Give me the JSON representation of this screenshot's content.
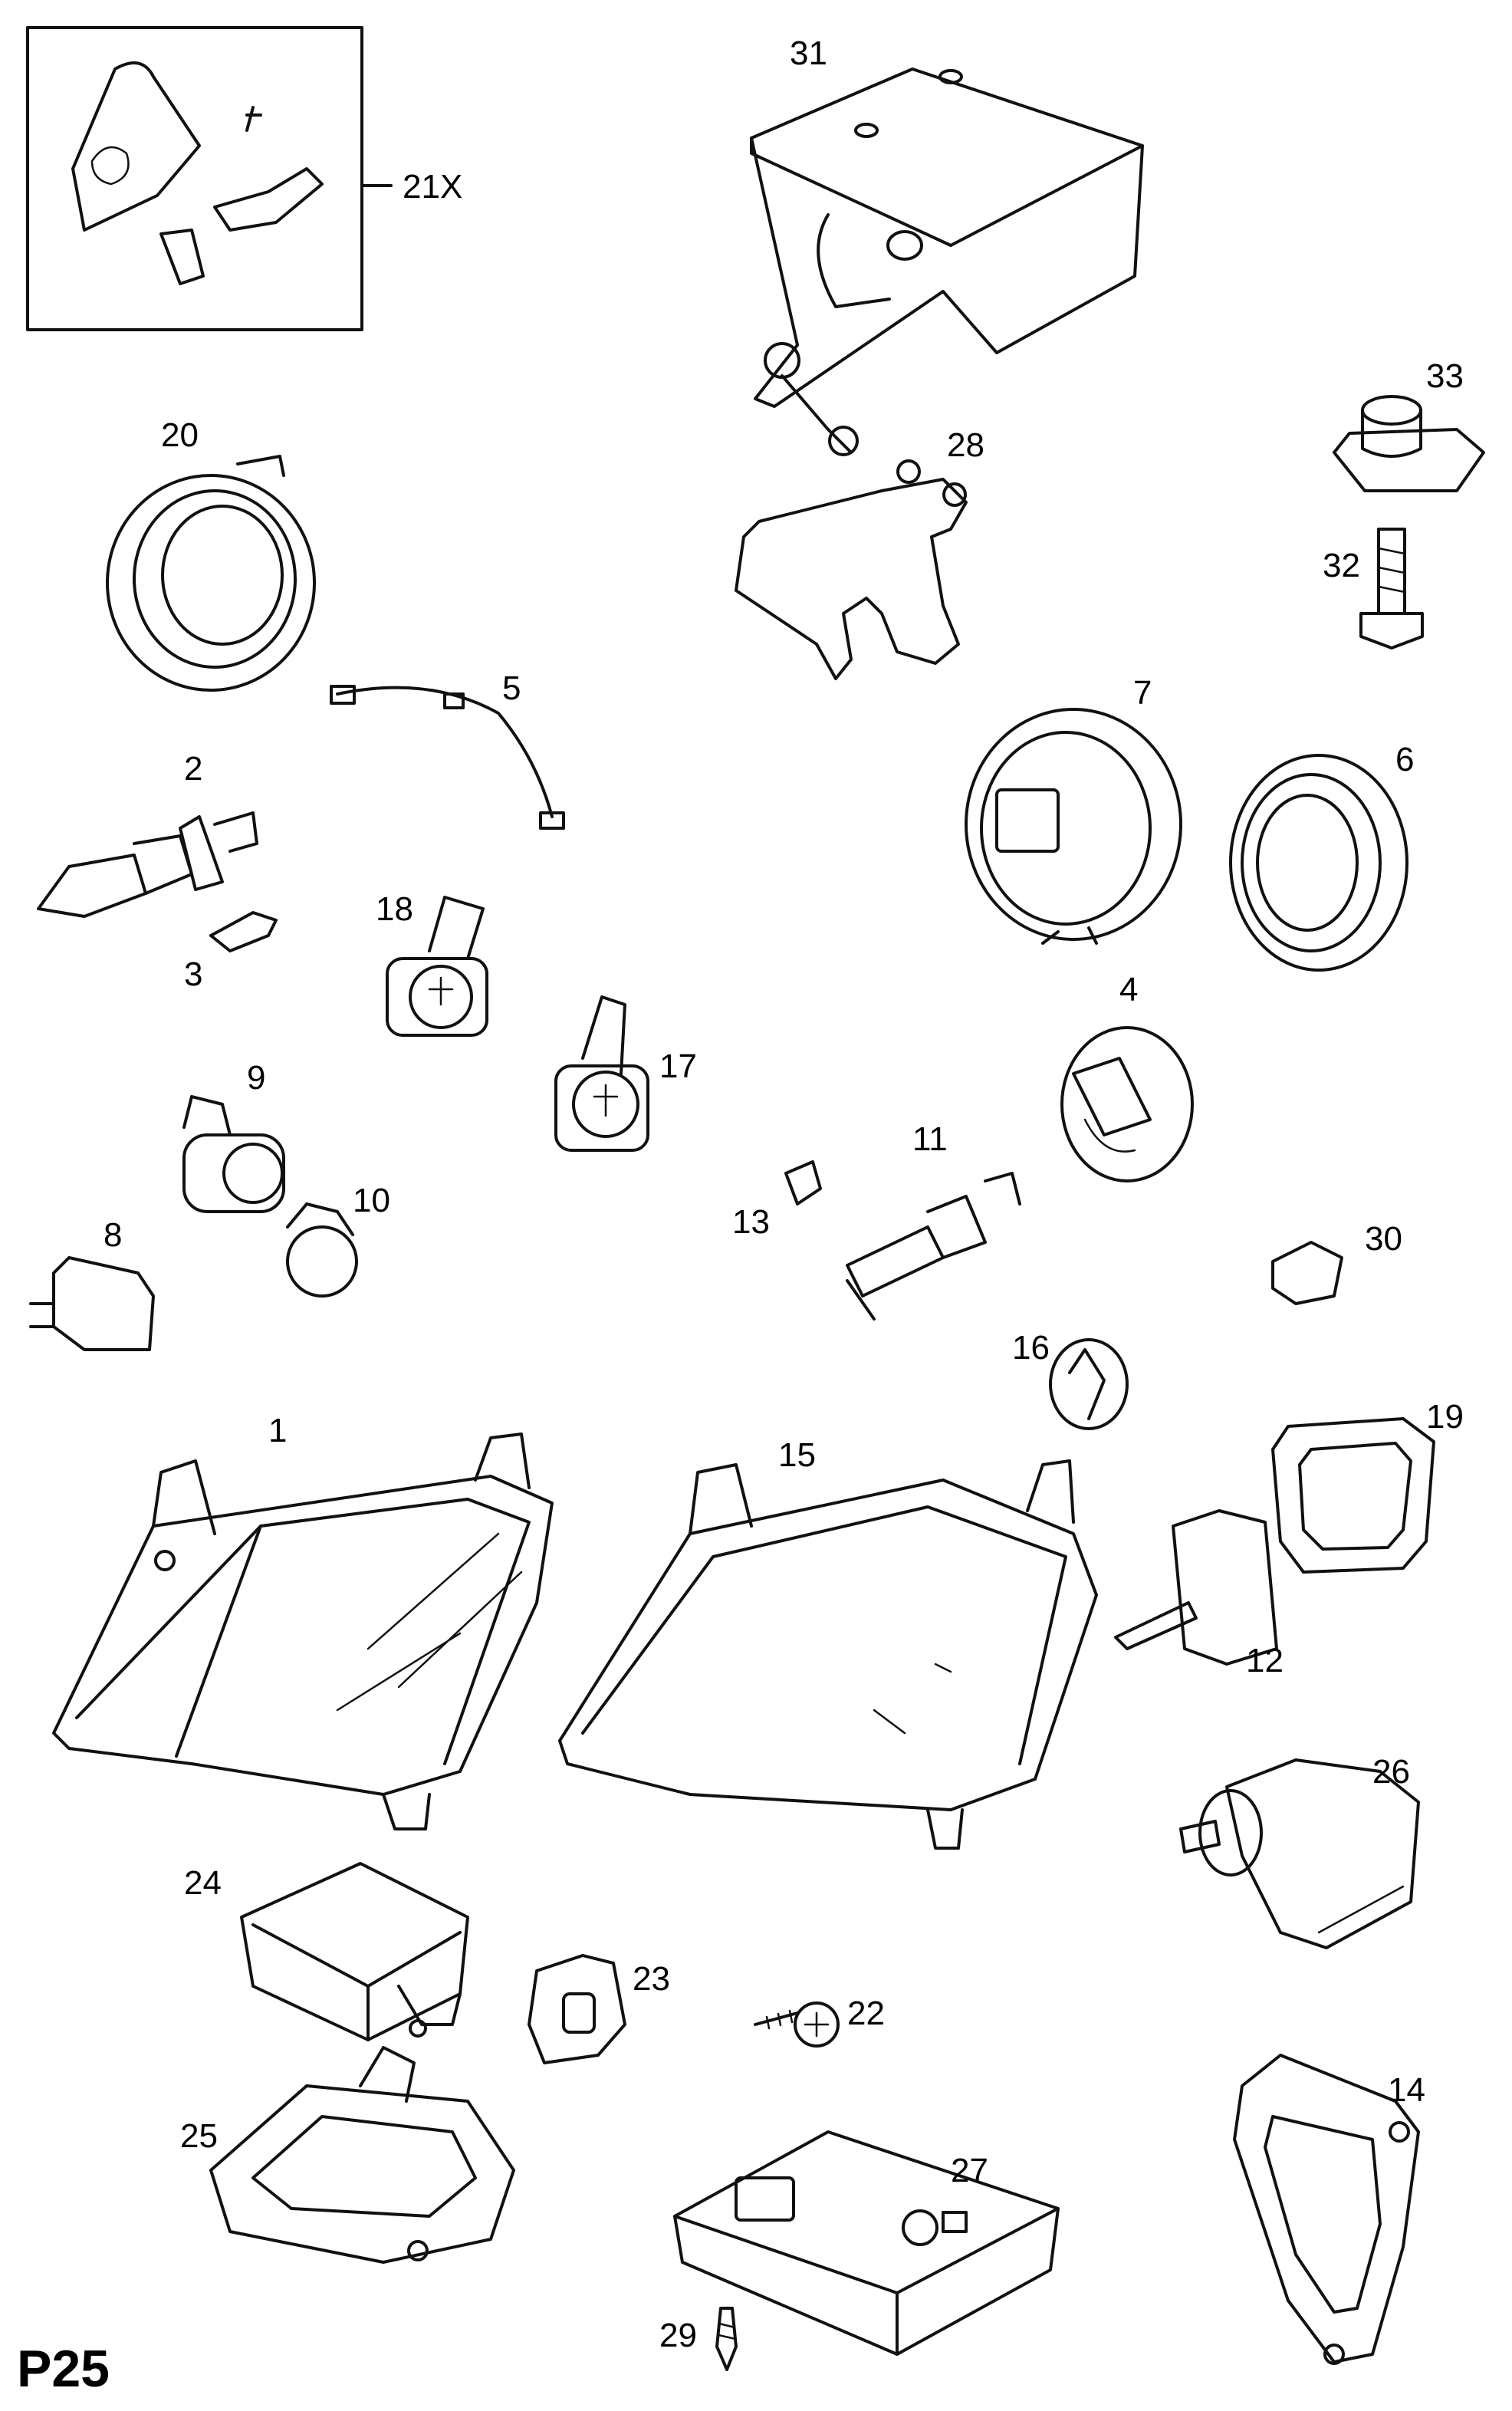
{
  "page_code": "P25",
  "labels": {
    "p1": "1",
    "p2": "2",
    "p3": "3",
    "p4": "4",
    "p5": "5",
    "p6": "6",
    "p7": "7",
    "p8": "8",
    "p9": "9",
    "p10": "10",
    "p11": "11",
    "p12": "12",
    "p13": "13",
    "p14": "14",
    "p15": "15",
    "p16": "16",
    "p17": "17",
    "p18": "18",
    "p19": "19",
    "p20": "20",
    "p21x": "21X",
    "p22": "22",
    "p23": "23",
    "p24": "24",
    "p25": "25",
    "p26": "26",
    "p27": "27",
    "p28": "28",
    "p29": "29",
    "p30": "30",
    "p31": "31",
    "p32": "32",
    "p33": "33"
  }
}
